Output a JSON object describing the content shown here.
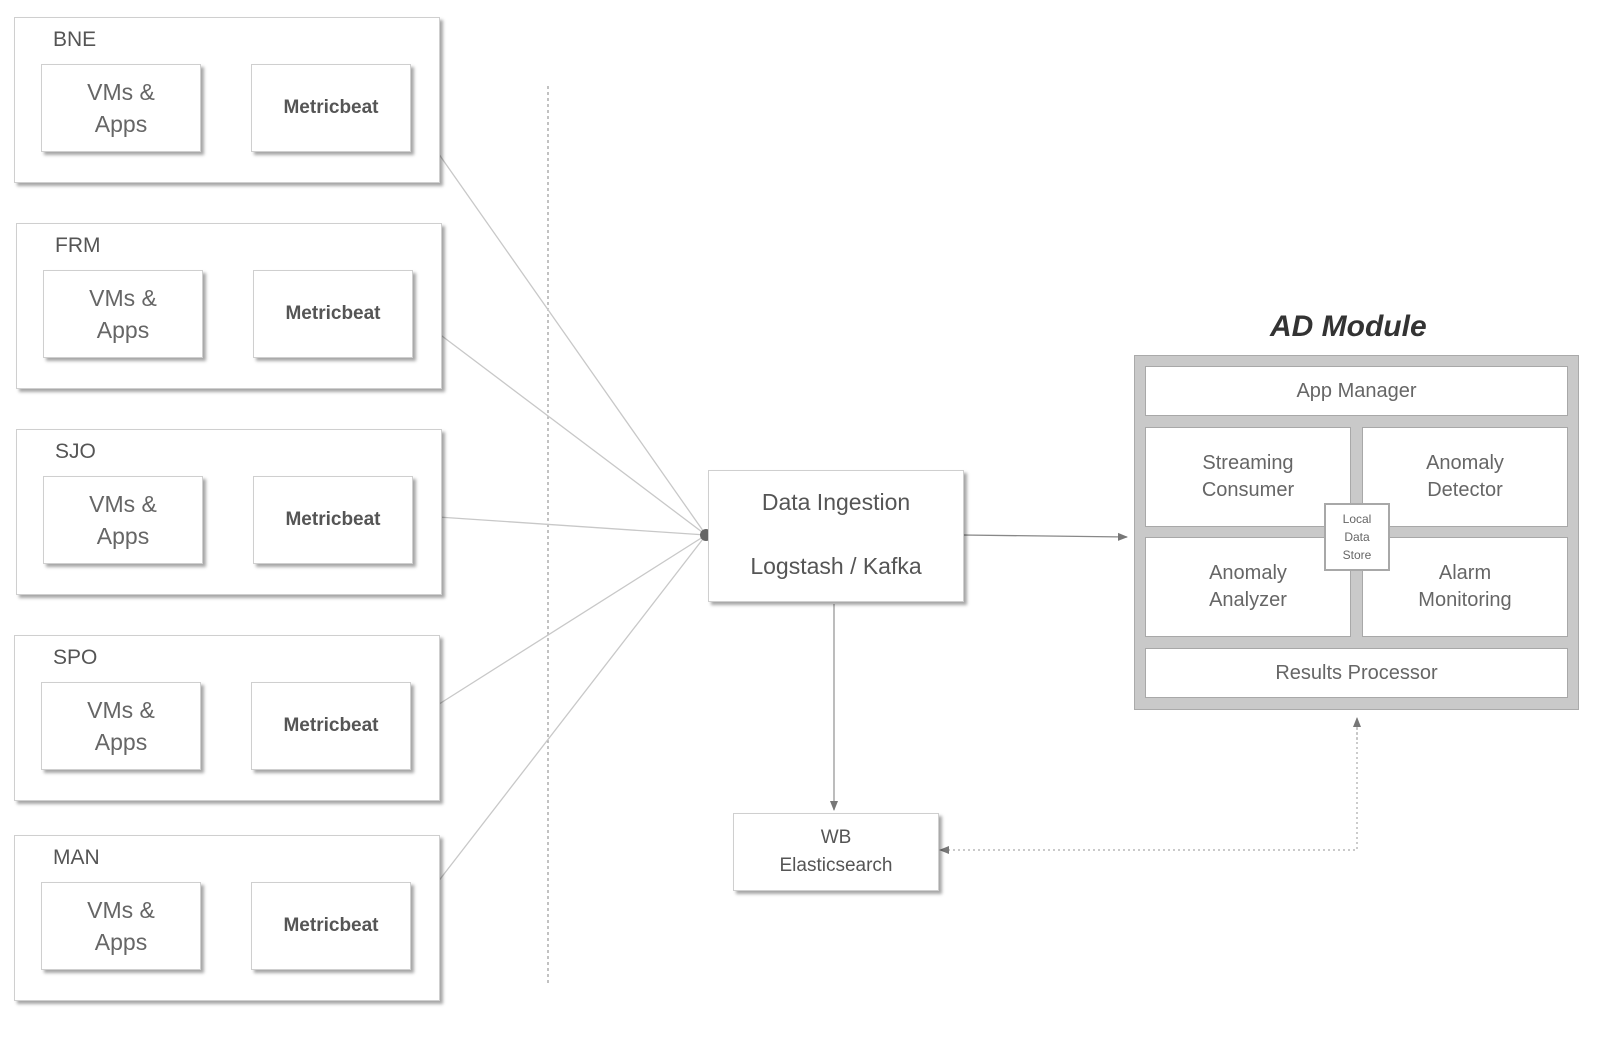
{
  "sites": [
    {
      "name": "BNE",
      "source": "VMs & Apps",
      "source_line1": "VMs &",
      "source_line2": "Apps",
      "agent": "Metricbeat"
    },
    {
      "name": "FRM",
      "source": "VMs & Apps",
      "source_line1": "VMs &",
      "source_line2": "Apps",
      "agent": "Metricbeat"
    },
    {
      "name": "SJO",
      "source": "VMs & Apps",
      "source_line1": "VMs &",
      "source_line2": "Apps",
      "agent": "Metricbeat"
    },
    {
      "name": "SPO",
      "source": "VMs & Apps",
      "source_line1": "VMs &",
      "source_line2": "Apps",
      "agent": "Metricbeat"
    },
    {
      "name": "MAN",
      "source": "VMs & Apps",
      "source_line1": "VMs &",
      "source_line2": "Apps",
      "agent": "Metricbeat"
    }
  ],
  "ingestion": {
    "title": "Data Ingestion",
    "subtitle": "Logstash / Kafka"
  },
  "elasticsearch": {
    "line1": "WB",
    "line2": "Elasticsearch"
  },
  "ad_module": {
    "title": "AD Module",
    "app_manager": "App Manager",
    "streaming_consumer": {
      "line1": "Streaming",
      "line2": "Consumer"
    },
    "anomaly_detector": {
      "line1": "Anomaly",
      "line2": "Detector"
    },
    "anomaly_analyzer": {
      "line1": "Anomaly",
      "line2": "Analyzer"
    },
    "alarm_monitoring": {
      "line1": "Alarm",
      "line2": "Monitoring"
    },
    "local_data_store": {
      "line1": "Local",
      "line2": "Data",
      "line3": "Store"
    },
    "results_processor": "Results Processor"
  },
  "colors": {
    "line": "#c8c8c8",
    "arrow": "#777777",
    "frame": "#c9c9c9"
  }
}
